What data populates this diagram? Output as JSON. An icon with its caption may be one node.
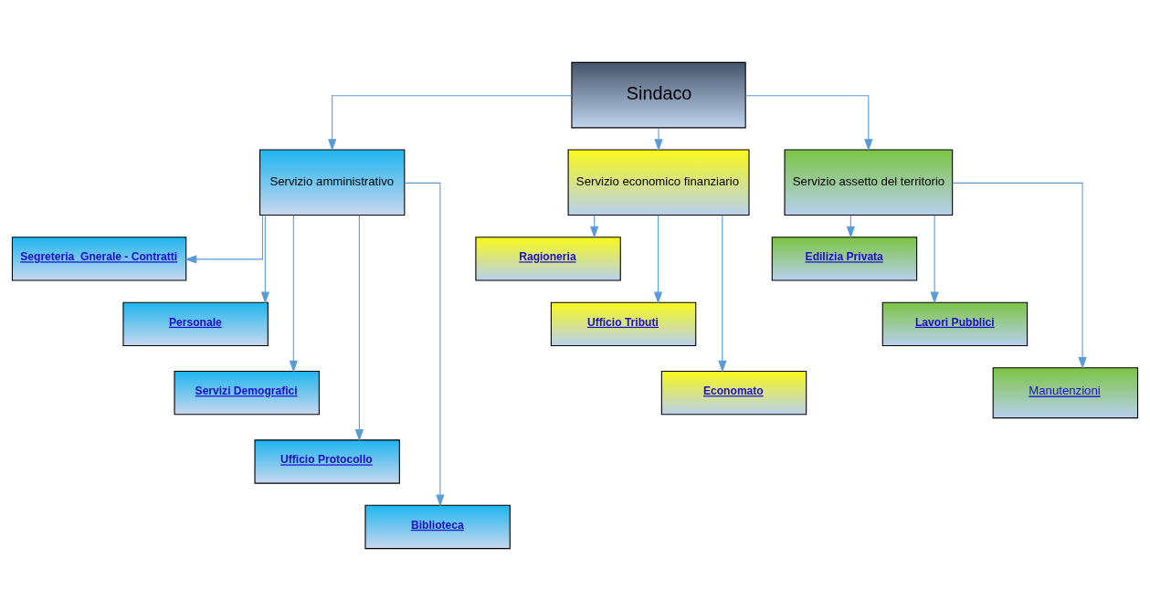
{
  "diagram": {
    "nodes": [
      {
        "text": [
          "Sindaco"
        ]
      },
      {
        "text": [
          "Servizio amministrativo"
        ]
      },
      {
        "text": [
          "Segreteria  Gnerale - Contratti"
        ]
      },
      {
        "text": [
          "Personale"
        ]
      },
      {
        "text": [
          "Servizi Demografici"
        ]
      },
      {
        "text": [
          "Ufficio Protocollo"
        ]
      },
      {
        "text": [
          "Biblioteca"
        ]
      },
      {
        "text": [
          "Servizio economico finanziario"
        ]
      },
      {
        "text": [
          "Ragioneria"
        ]
      },
      {
        "text": [
          "Ufficio Tributi"
        ]
      },
      {
        "text": [
          "Economato"
        ]
      },
      {
        "text": [
          "Servizio assetto del territorio"
        ]
      },
      {
        "text": [
          "Edilizia Privata"
        ]
      },
      {
        "text": [
          "Lavori Pubblici"
        ]
      },
      {
        "text": [
          "Manutenzioni"
        ]
      }
    ],
    "edges": [
      {
        "from": 0,
        "to": 1,
        "arrow": "to"
      },
      {
        "from": 0,
        "to": 7,
        "arrow": "to"
      },
      {
        "from": 0,
        "to": 11,
        "arrow": "to"
      },
      {
        "from": 1,
        "to": 2,
        "arrow": "to"
      },
      {
        "from": 1,
        "to": 3,
        "arrow": "to"
      },
      {
        "from": 1,
        "to": 4,
        "arrow": "to"
      },
      {
        "from": 1,
        "to": 5,
        "arrow": "to"
      },
      {
        "from": 1,
        "to": 6,
        "arrow": "to"
      },
      {
        "from": 7,
        "to": 8,
        "arrow": "to"
      },
      {
        "from": 7,
        "to": 9,
        "arrow": "to"
      },
      {
        "from": 7,
        "to": 10,
        "arrow": "to"
      },
      {
        "from": 11,
        "to": 12,
        "arrow": "to"
      },
      {
        "from": 11,
        "to": 13,
        "arrow": "to"
      },
      {
        "from": 11,
        "to": 14,
        "arrow": "to"
      }
    ]
  }
}
